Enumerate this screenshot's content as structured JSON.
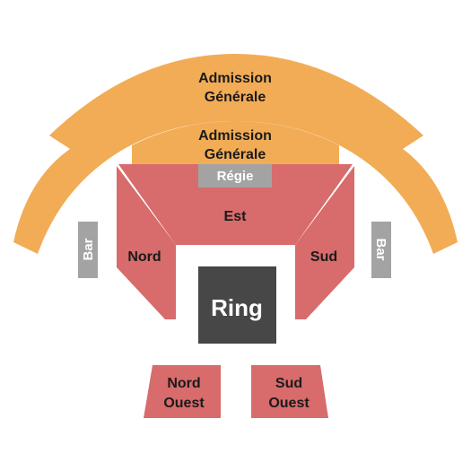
{
  "colors": {
    "admission": "#f2ac56",
    "lower_sections": "#d86b6b",
    "regie_bar": "#a3a3a3",
    "ring": "#474747",
    "background": "#ffffff",
    "text_dark": "#1a1a1a",
    "text_light": "#ffffff"
  },
  "sections": {
    "admission_outer": {
      "line1": "Admission",
      "line2": "Générale"
    },
    "admission_inner": {
      "line1": "Admission",
      "line2": "Générale"
    },
    "regie": "Régie",
    "est": "Est",
    "nord": "Nord",
    "sud": "Sud",
    "bar_left": "Bar",
    "bar_right": "Bar",
    "ring": "Ring",
    "nord_ouest": {
      "line1": "Nord",
      "line2": "Ouest"
    },
    "sud_ouest": {
      "line1": "Sud",
      "line2": "Ouest"
    }
  }
}
